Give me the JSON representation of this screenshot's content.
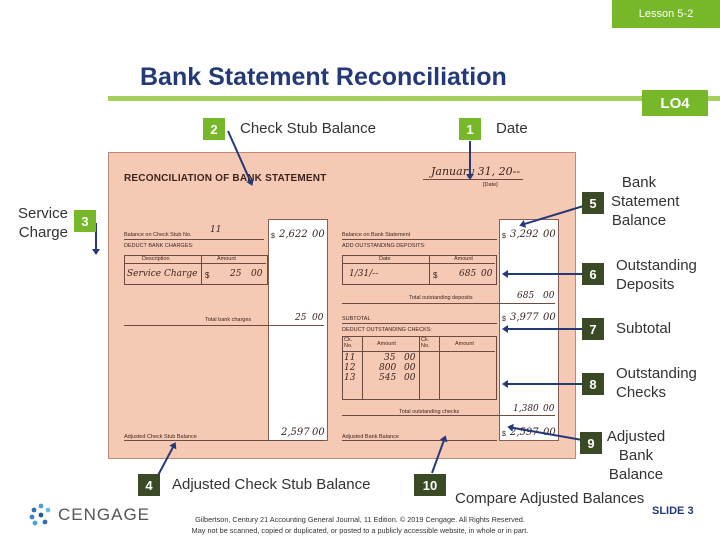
{
  "header": {
    "lesson": "Lesson 5-2",
    "title": "Bank Statement Reconciliation",
    "lo": "LO4"
  },
  "callouts": {
    "c1": {
      "num": "1",
      "label": "Date"
    },
    "c2": {
      "num": "2",
      "label": "Check Stub Balance"
    },
    "c3": {
      "num": "3",
      "label": "Service Charge"
    },
    "c4": {
      "num": "4",
      "label": "Adjusted Check Stub Balance"
    },
    "c5": {
      "num": "5",
      "label": "Bank Statement Balance"
    },
    "c6": {
      "num": "6",
      "label": "Outstanding Deposits"
    },
    "c7": {
      "num": "7",
      "label": "Subtotal"
    },
    "c8": {
      "num": "8",
      "label": "Outstanding Checks"
    },
    "c9": {
      "num": "9",
      "label": "Adjusted Bank Balance"
    },
    "c10": {
      "num": "10",
      "label": "Compare Adjusted Balances"
    }
  },
  "form": {
    "title": "RECONCILIATION OF BANK STATEMENT",
    "date_value": "January 31, 20--",
    "date_label": "[Date]",
    "balance_stub_label": "Balance on Check Stub No.",
    "stub_no": "11",
    "deduct_label": "DEDUCT BANK CHARGES:",
    "col_description": "Description",
    "col_amount": "Amount",
    "charge_desc": "Service Charge",
    "charge_amount_dollars": "25",
    "charge_amount_cents": "00",
    "total_charges_label": "Total bank charges",
    "total_charges_dollars": "25",
    "total_charges_cents": "00",
    "stub_balance_dollars": "2,622",
    "stub_balance_cents": "00",
    "adj_stub_label": "Adjusted Check Stub Balance",
    "adj_stub_dollars": "2,597",
    "adj_stub_cents": "00",
    "bank_balance_label": "Balance on Bank Statement",
    "bank_balance_dollars": "3,292",
    "bank_balance_cents": "00",
    "add_deposits_label": "ADD OUTSTANDING DEPOSITS:",
    "col_date": "Date",
    "deposit_date": "1/31/--",
    "deposit_amount_dollars": "685",
    "deposit_amount_cents": "00",
    "total_deposits_label": "Total outstanding deposits",
    "total_deposits_dollars": "685",
    "total_deposits_cents": "00",
    "subtotal_label": "SUBTOTAL",
    "subtotal_dollars": "3,977",
    "subtotal_cents": "00",
    "deduct_checks_label": "DEDUCT OUTSTANDING CHECKS:",
    "col_ck_no": "Ck. No.",
    "checks": [
      {
        "no": "11",
        "dollars": "35",
        "cents": "00"
      },
      {
        "no": "12",
        "dollars": "800",
        "cents": "00"
      },
      {
        "no": "13",
        "dollars": "545",
        "cents": "00"
      }
    ],
    "total_checks_label": "Total outstanding checks",
    "total_checks_dollars": "1,380",
    "total_checks_cents": "00",
    "adj_bank_label": "Adjusted Bank Balance",
    "adj_bank_dollars": "2,597",
    "adj_bank_cents": "00",
    "dollar_sign": "$"
  },
  "footer": {
    "brand": "CENGAGE",
    "copyright_line1": "Gilbertson, Century 21 Accounting General Journal, 11 Edition. © 2019 Cengage. All Rights Reserved.",
    "copyright_line2": "May not be scanned, copied or duplicated, or posted to a publicly accessible website, in whole or in part.",
    "slide": "SLIDE 3"
  },
  "colors": {
    "accent_green": "#77b82a",
    "dark_badge": "#3a4a25",
    "title_blue": "#243a78",
    "form_bg": "#f6c9b4"
  },
  "icons": {
    "logo": "cengage-dot-logo-icon"
  }
}
